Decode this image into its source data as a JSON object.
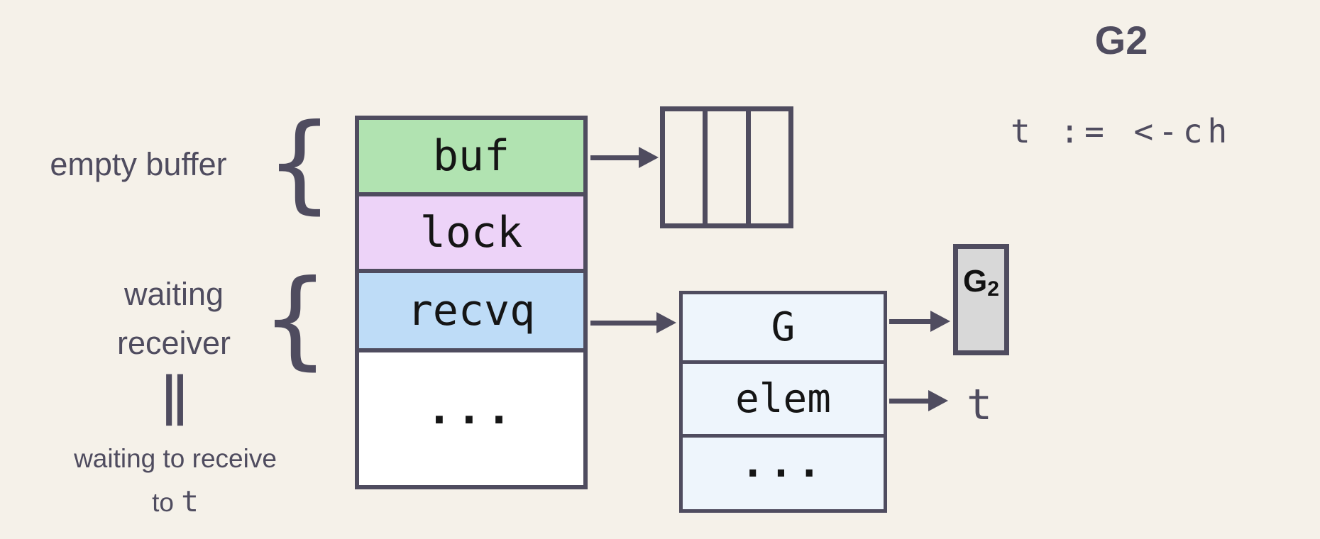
{
  "colors": {
    "background": "#f5f1e9",
    "outline": "#4f4c5f",
    "field_text": "#151515",
    "buf_fill": "#b1e3b1",
    "lock_fill": "#edd3f8",
    "recvq_fill": "#bedcf7",
    "rest_fill": "#ffffff",
    "sudog_fill": "#eef5fc",
    "goroutine_fill": "#d8d8d8"
  },
  "symbols": {
    "brace": "{",
    "equivalence": "‖"
  },
  "left_annotations": {
    "empty_buffer": "empty buffer",
    "waiting_line1": "waiting",
    "waiting_line2": "receiver",
    "note_line1": "waiting to receive",
    "note_line2_prefix": "to ",
    "note_line2_var": "t"
  },
  "hchan_struct": {
    "fields": [
      {
        "label": "buf",
        "fill": "#b1e3b1"
      },
      {
        "label": "lock",
        "fill": "#edd3f8"
      },
      {
        "label": "recvq",
        "fill": "#bedcf7"
      },
      {
        "label": "...",
        "fill": "#ffffff"
      }
    ]
  },
  "buffer_array": {
    "cell_count": 3
  },
  "sudog_struct": {
    "fields": [
      {
        "label": "G"
      },
      {
        "label": "elem"
      },
      {
        "label": "..."
      }
    ]
  },
  "goroutine_box": {
    "label_base": "G",
    "label_subscript": "2"
  },
  "right_panel": {
    "heading": "G2",
    "code": "t := <-ch"
  },
  "elem_target": "t"
}
